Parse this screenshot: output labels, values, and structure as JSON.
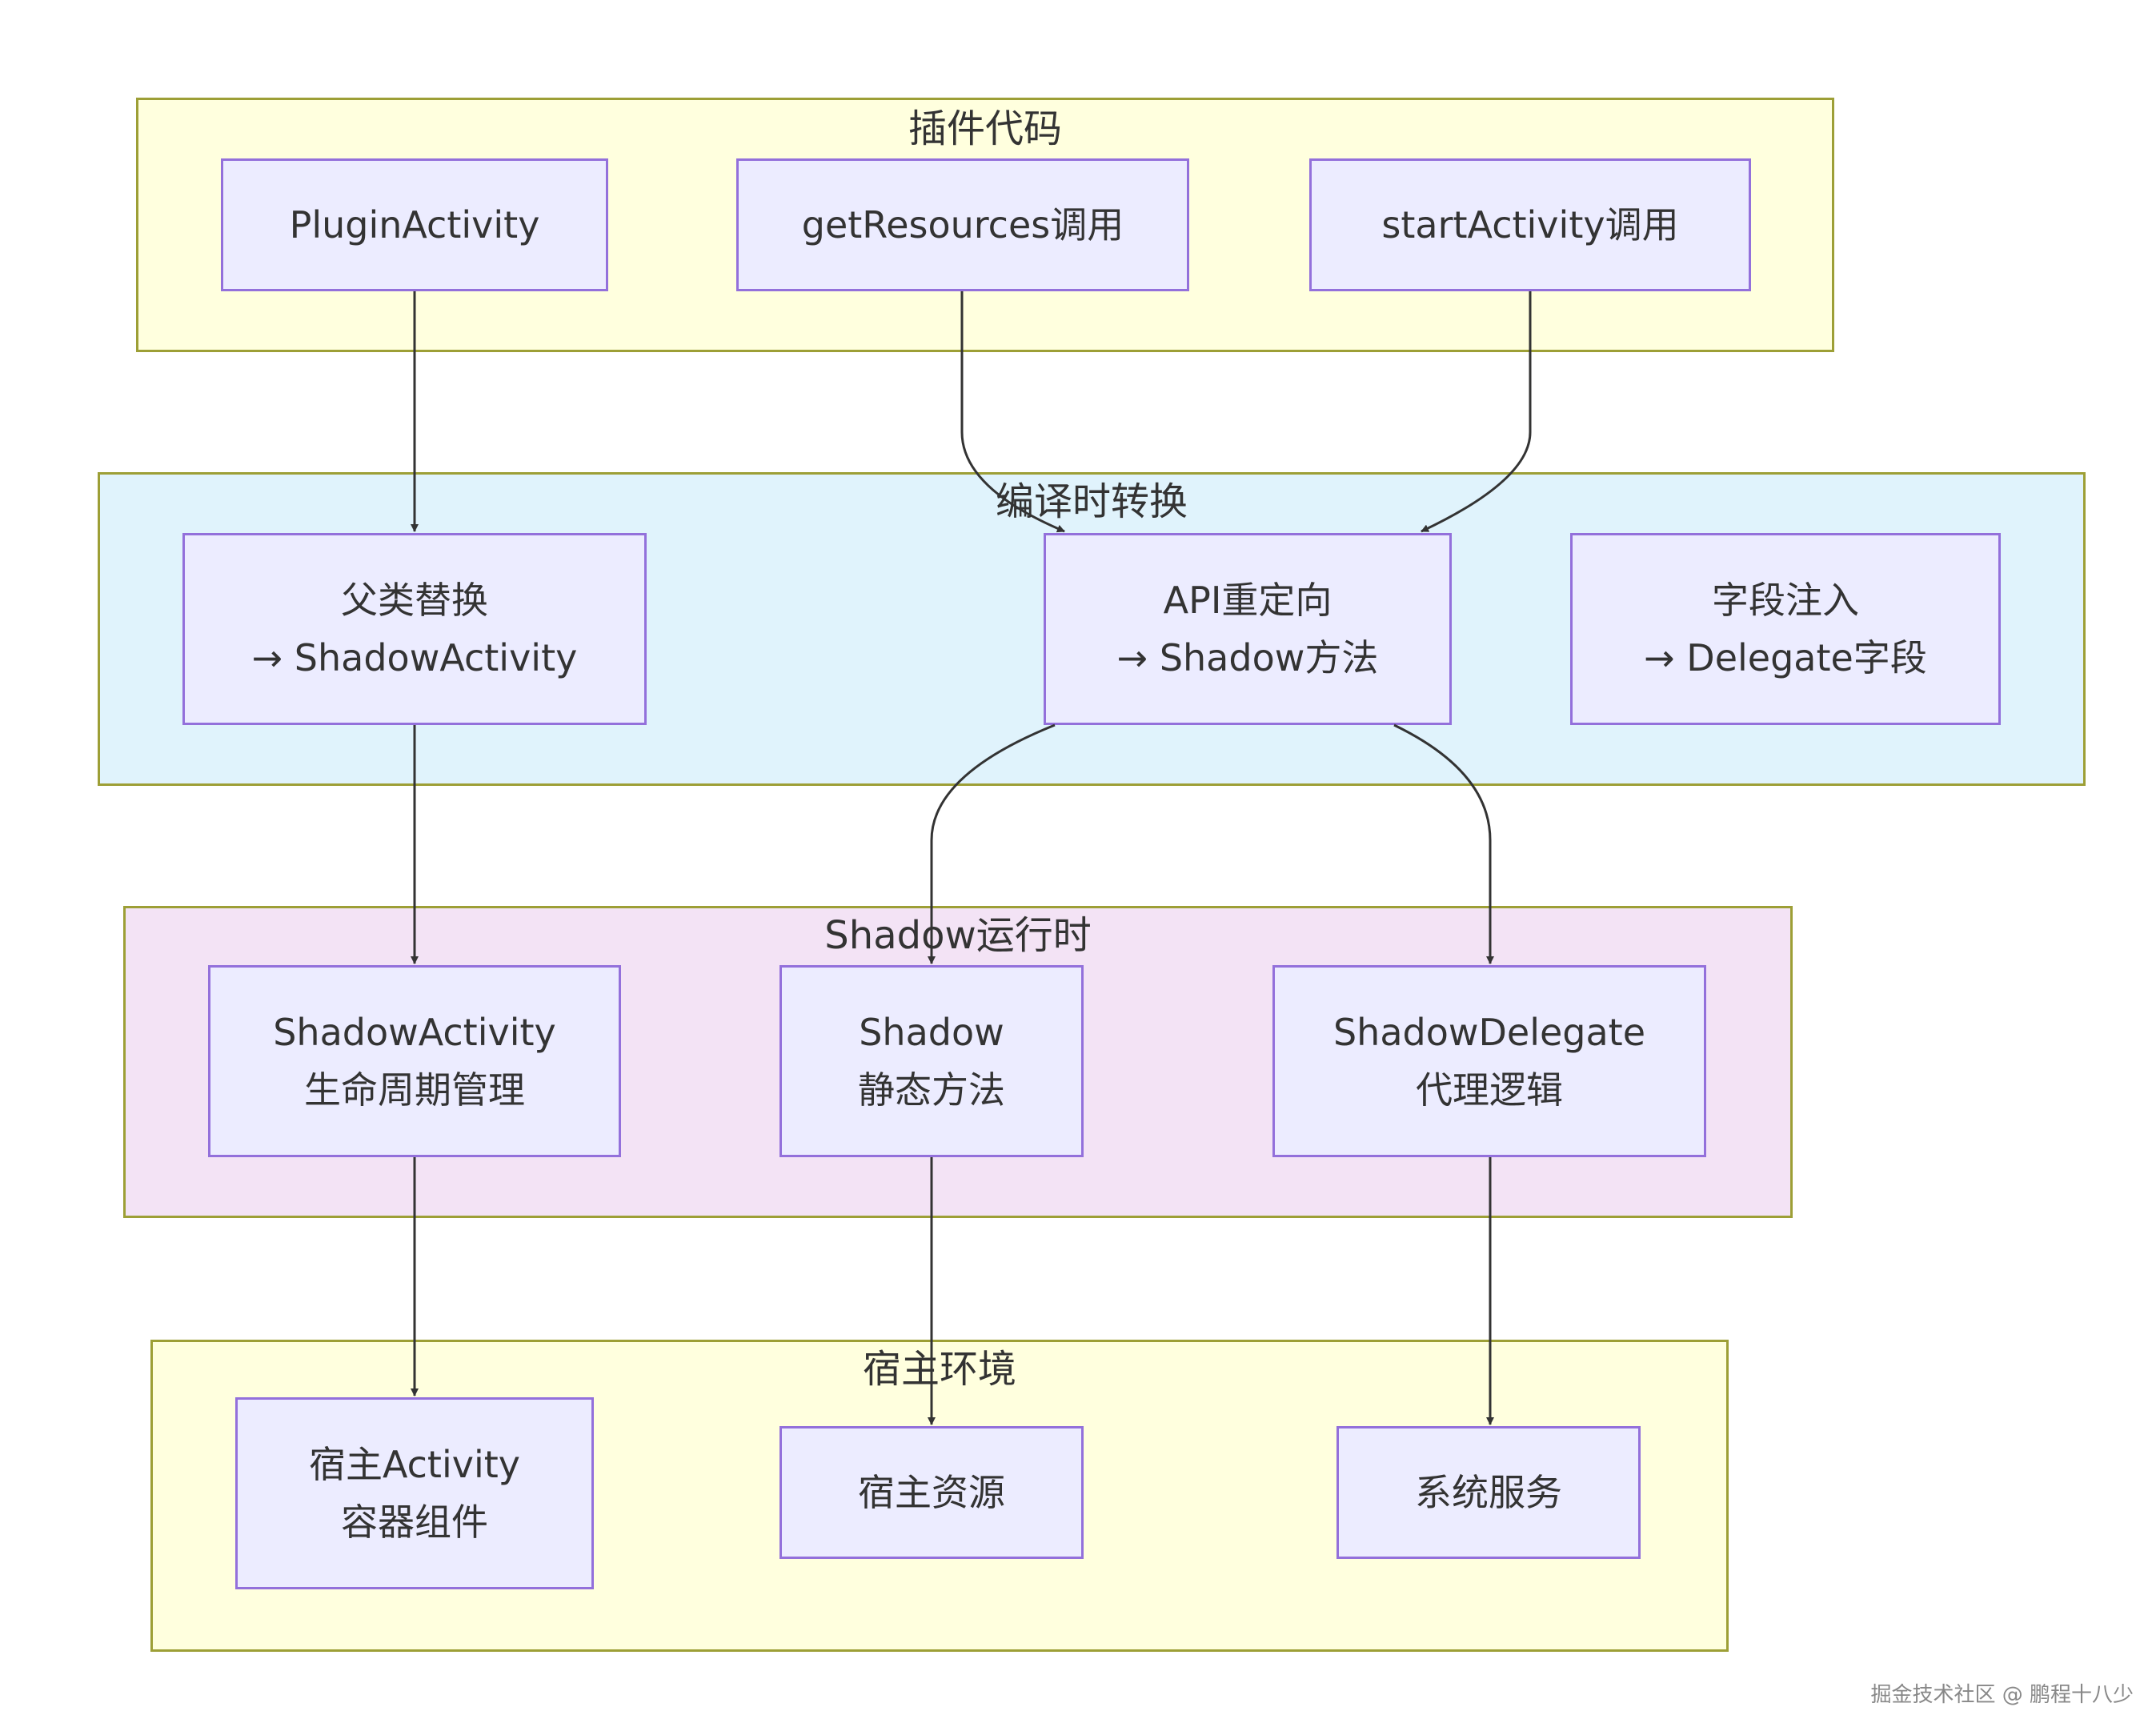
{
  "clusters": {
    "plugin_code": {
      "title": "插件代码"
    },
    "compile_time": {
      "title": "编译时转换"
    },
    "shadow_runtime": {
      "title": "Shadow运行时"
    },
    "host_env": {
      "title": "宿主环境"
    }
  },
  "nodes": {
    "plugin_activity": {
      "line1": "PluginActivity"
    },
    "get_resources": {
      "line1": "getResources调用"
    },
    "start_activity": {
      "line1": "startActivity调用"
    },
    "parent_replace": {
      "line1": "父类替换",
      "line2": "→ ShadowActivity"
    },
    "api_redirect": {
      "line1": "API重定向",
      "line2": "→ Shadow方法"
    },
    "field_inject": {
      "line1": "字段注入",
      "line2": "→ Delegate字段"
    },
    "shadow_activity": {
      "line1": "ShadowActivity",
      "line2": "生命周期管理"
    },
    "shadow_static": {
      "line1": "Shadow",
      "line2": "静态方法"
    },
    "shadow_delegate": {
      "line1": "ShadowDelegate",
      "line2": "代理逻辑"
    },
    "host_activity": {
      "line1": "宿主Activity",
      "line2": "容器组件"
    },
    "host_resources": {
      "line1": "宿主资源"
    },
    "system_services": {
      "line1": "系统服务"
    }
  },
  "edges": [
    {
      "from": "plugin_activity",
      "to": "parent_replace"
    },
    {
      "from": "get_resources",
      "to": "api_redirect"
    },
    {
      "from": "start_activity",
      "to": "api_redirect"
    },
    {
      "from": "parent_replace",
      "to": "shadow_activity"
    },
    {
      "from": "api_redirect",
      "to": "shadow_static"
    },
    {
      "from": "api_redirect",
      "to": "shadow_delegate"
    },
    {
      "from": "shadow_activity",
      "to": "host_activity"
    },
    {
      "from": "shadow_static",
      "to": "host_resources"
    },
    {
      "from": "shadow_delegate",
      "to": "system_services"
    }
  ],
  "colors": {
    "node_fill": "#ececff",
    "node_border": "#9370db",
    "cluster_border": "#9d9f36",
    "cluster_yellow": "#ffffde",
    "cluster_blue": "#e0f3fc",
    "cluster_pink": "#f3e3f5",
    "edge": "#333333"
  },
  "watermark": "掘金技术社区 @ 鹏程十八少"
}
